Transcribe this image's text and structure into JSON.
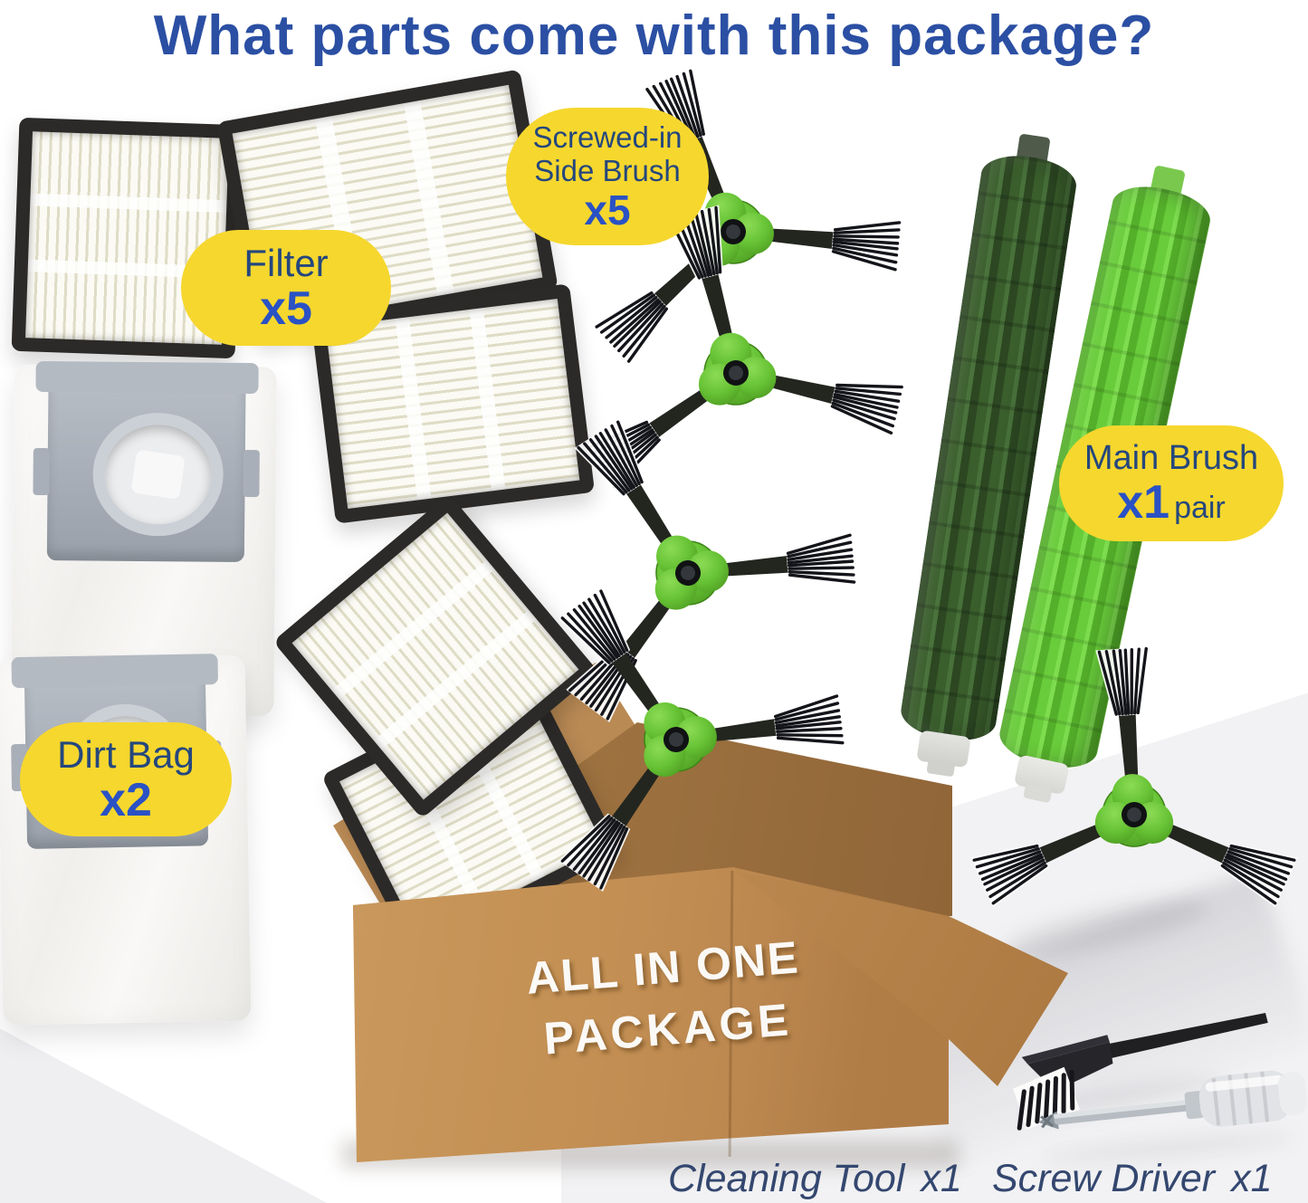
{
  "title": "What parts come with this package?",
  "badges": {
    "filter": {
      "label": "Filter",
      "count": "x5"
    },
    "side_brush": {
      "label_line1": "Screwed-in",
      "label_line2": "Side Brush",
      "count": "x5"
    },
    "main_brush": {
      "label": "Main Brush",
      "count": "x1",
      "count_suffix": "pair"
    },
    "dirt_bag": {
      "label": "Dirt Bag",
      "count": "x2"
    }
  },
  "box": {
    "label_line1": "ALL IN ONE",
    "label_line2": "PACKAGE"
  },
  "footer": {
    "cleaning_tool": {
      "label": "Cleaning Tool",
      "count": "x1"
    },
    "screw_driver": {
      "label": "Screw Driver",
      "count": "x1"
    }
  },
  "colors": {
    "title_blue": "#2B4FA3",
    "badge_yellow": "#F6D72E",
    "badge_navy": "#25477D",
    "count_blue": "#2A52C4",
    "caption_navy": "#34476F",
    "cardboard": "#C39053",
    "cardboard_dark": "#A87C44",
    "brush_green": "#67C335",
    "roller_dark_green": "#3A5E2C",
    "roller_light_green": "#69CC3B"
  }
}
